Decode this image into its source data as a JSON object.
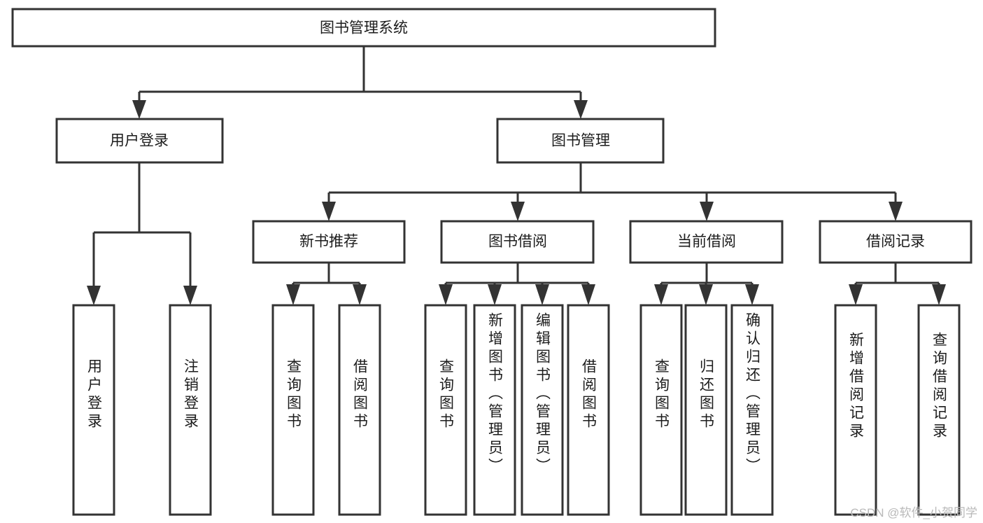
{
  "diagram": {
    "type": "tree-hierarchy-chart",
    "title": "图书管理系统",
    "orientation": "top-down",
    "style": {
      "box_fill": "#ffffff",
      "box_stroke": "#333333",
      "text_color": "#1c1c1c",
      "background": "#ffffff",
      "watermark_color": "#b9b9b9"
    },
    "levels": [
      {
        "level": 1,
        "nodes": [
          {
            "id": "root",
            "label": "图书管理系统",
            "text_direction": "horizontal"
          }
        ]
      },
      {
        "level": 2,
        "nodes": [
          {
            "id": "login",
            "label": "用户登录",
            "text_direction": "horizontal",
            "parent": "root"
          },
          {
            "id": "bookmgmt",
            "label": "图书管理",
            "text_direction": "horizontal",
            "parent": "root"
          }
        ]
      },
      {
        "level": 3,
        "nodes": [
          {
            "id": "newbook",
            "label": "新书推荐",
            "text_direction": "horizontal",
            "parent": "bookmgmt"
          },
          {
            "id": "borrow",
            "label": "图书借阅",
            "text_direction": "horizontal",
            "parent": "bookmgmt"
          },
          {
            "id": "current",
            "label": "当前借阅",
            "text_direction": "horizontal",
            "parent": "bookmgmt"
          },
          {
            "id": "records",
            "label": "借阅记录",
            "text_direction": "horizontal",
            "parent": "bookmgmt"
          }
        ]
      },
      {
        "level": 4,
        "nodes": [
          {
            "id": "leaf1",
            "label": "用户登录",
            "text_direction": "vertical",
            "parent": "login"
          },
          {
            "id": "leaf2",
            "label": "注销登录",
            "text_direction": "vertical",
            "parent": "login"
          },
          {
            "id": "leaf3",
            "label": "查询图书",
            "text_direction": "vertical",
            "parent": "newbook"
          },
          {
            "id": "leaf4",
            "label": "借阅图书",
            "text_direction": "vertical",
            "parent": "newbook"
          },
          {
            "id": "leaf5",
            "label": "查询图书",
            "text_direction": "vertical",
            "parent": "borrow"
          },
          {
            "id": "leaf6",
            "label": "新增图书（管理员）",
            "text_direction": "vertical",
            "parent": "borrow"
          },
          {
            "id": "leaf7",
            "label": "编辑图书（管理员）",
            "text_direction": "vertical",
            "parent": "borrow"
          },
          {
            "id": "leaf8",
            "label": "借阅图书",
            "text_direction": "vertical",
            "parent": "borrow"
          },
          {
            "id": "leaf9",
            "label": "查询图书",
            "text_direction": "vertical",
            "parent": "current"
          },
          {
            "id": "leaf10",
            "label": "归还图书",
            "text_direction": "vertical",
            "parent": "current"
          },
          {
            "id": "leaf11",
            "label": "确认归还（管理员）",
            "text_direction": "vertical",
            "parent": "current"
          },
          {
            "id": "leaf12",
            "label": "新增借阅记录",
            "text_direction": "vertical",
            "parent": "records"
          },
          {
            "id": "leaf13",
            "label": "查询借阅记录",
            "text_direction": "vertical",
            "parent": "records"
          }
        ]
      }
    ]
  },
  "watermark": {
    "text": "CSDN @软件_小贺同学"
  }
}
